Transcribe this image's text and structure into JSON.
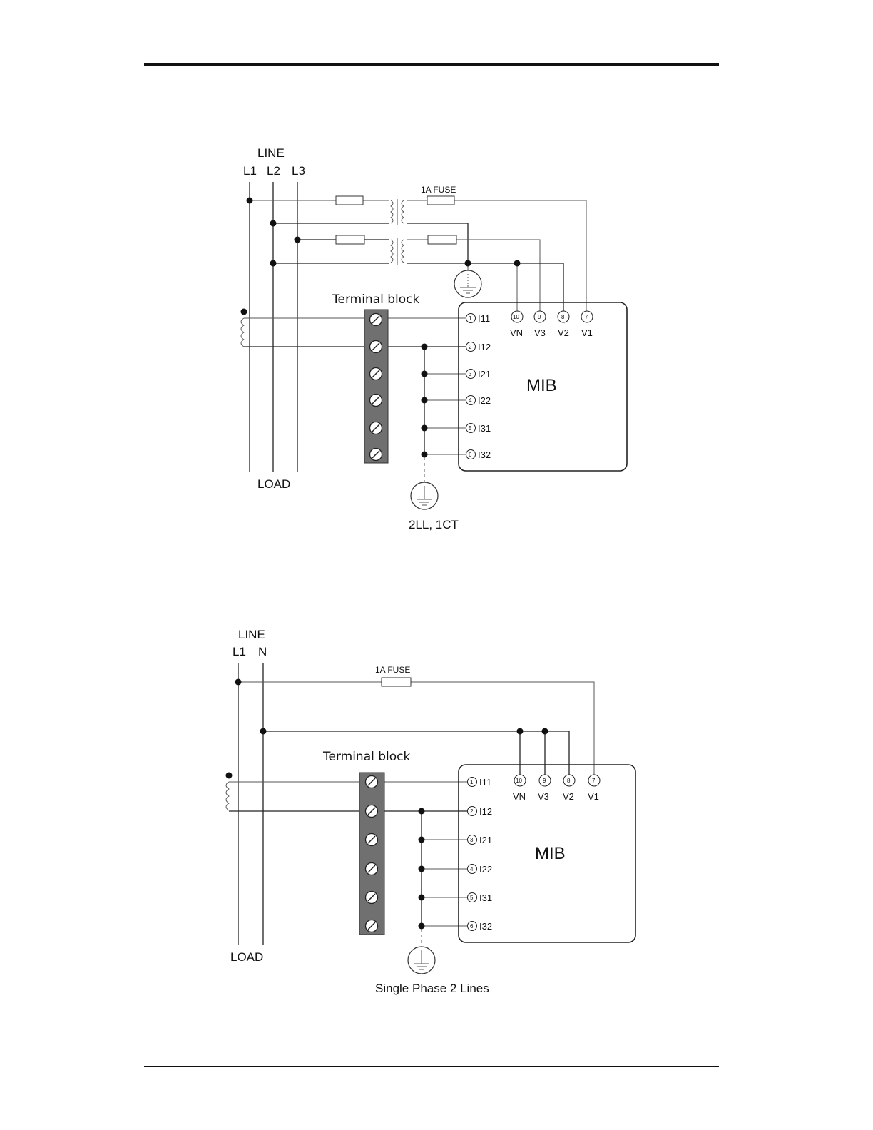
{
  "diagram_1": {
    "line_label": "LINE",
    "phases": [
      "L1",
      "L2",
      "L3"
    ],
    "fuse_label": "1A FUSE",
    "terminal_block_label": "Terminal block",
    "device_label": "MIB",
    "load_label": "LOAD",
    "caption": "2LL, 1CT",
    "current_terminals": [
      {
        "num": "1",
        "label": "I11"
      },
      {
        "num": "2",
        "label": "I12"
      },
      {
        "num": "3",
        "label": "I21"
      },
      {
        "num": "4",
        "label": "I22"
      },
      {
        "num": "5",
        "label": "I31"
      },
      {
        "num": "6",
        "label": "I32"
      }
    ],
    "voltage_terminals": [
      {
        "num": "10",
        "label": "VN"
      },
      {
        "num": "9",
        "label": "V3"
      },
      {
        "num": "8",
        "label": "V2"
      },
      {
        "num": "7",
        "label": "V1"
      }
    ]
  },
  "diagram_2": {
    "line_label": "LINE",
    "phases": [
      "L1",
      "N"
    ],
    "fuse_label": "1A FUSE",
    "terminal_block_label": "Terminal block",
    "device_label": "MIB",
    "load_label": "LOAD",
    "caption": "Single Phase 2 Lines",
    "current_terminals": [
      {
        "num": "1",
        "label": "I11"
      },
      {
        "num": "2",
        "label": "I12"
      },
      {
        "num": "3",
        "label": "I21"
      },
      {
        "num": "4",
        "label": "I22"
      },
      {
        "num": "5",
        "label": "I31"
      },
      {
        "num": "6",
        "label": "I32"
      }
    ],
    "voltage_terminals": [
      {
        "num": "10",
        "label": "VN"
      },
      {
        "num": "9",
        "label": "V3"
      },
      {
        "num": "8",
        "label": "V2"
      },
      {
        "num": "7",
        "label": "V1"
      }
    ]
  }
}
